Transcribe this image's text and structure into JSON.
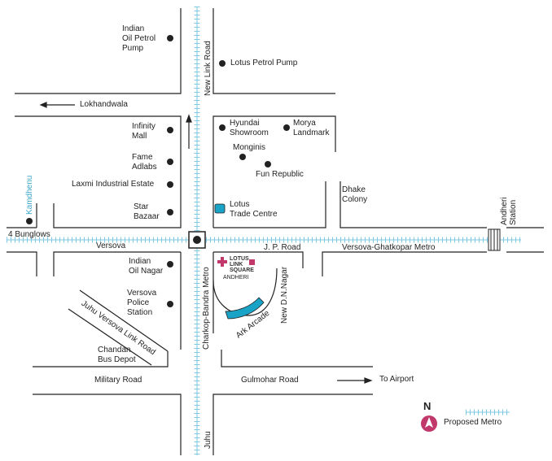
{
  "colors": {
    "road": "#222222",
    "metro": "#7ec8e3",
    "marker": "#222222",
    "project": "#c1396b",
    "highlight": "#19a3c6",
    "station_label": "#3aa6c9"
  },
  "roads": {
    "new_link_road": "New Link Road",
    "lokhandwala": "Lokhandwala",
    "four_bunglows": "4 Bunglows",
    "versova": "Versova",
    "jp_road": "J. P. Road",
    "versova_ghatkopar_metro": "Versova-Ghatkopar Metro",
    "charkop_bandra_metro": "Charkop-Bandra Metro",
    "new_dn_nagar": "New D.N.Nagar",
    "juhu_versova_link_road": "Juhu Versova Link Road",
    "military_road": "Military Road",
    "gulmohar_road": "Gulmohar Road",
    "to_airport": "To Airport",
    "juhu": "Juhu"
  },
  "stations": {
    "kamdhenu": "Kamdhenu",
    "andheri_station": "Andheri Station"
  },
  "landmarks": {
    "indian_oil_petrol_pump": [
      "Indian",
      "Oil Petrol",
      "Pump"
    ],
    "lotus_petrol_pump": "Lotus Petrol Pump",
    "infinity_mall": [
      "Infinity",
      "Mall"
    ],
    "fame_adlabs": [
      "Fame",
      "Adlabs"
    ],
    "laxmi_industrial_estate": "Laxmi Industrial Estate",
    "star_bazaar": [
      "Star",
      "Bazaar"
    ],
    "hyundai_showroom": [
      "Hyundai",
      "Showroom"
    ],
    "morya_landmark": [
      "Morya",
      "Landmark"
    ],
    "monginis": "Monginis",
    "fun_republic": "Fun Republic",
    "lotus_trade_centre": [
      "Lotus",
      "Trade Centre"
    ],
    "dhake_colony": [
      "Dhake",
      "Colony"
    ],
    "indian_oil_nagar": [
      "Indian",
      "Oil Nagar"
    ],
    "versova_police_station": [
      "Versova",
      "Police",
      "Station"
    ],
    "chandan_bus_depot": [
      "Chandan",
      "Bus Depot"
    ],
    "ark_arcade": "Ark Arcade"
  },
  "project": {
    "name_lines": [
      "LOTUS",
      "LINK",
      "SQUARE"
    ],
    "sub": "ANDHERI"
  },
  "legend": {
    "north": "N",
    "proposed_metro": "Proposed Metro"
  }
}
